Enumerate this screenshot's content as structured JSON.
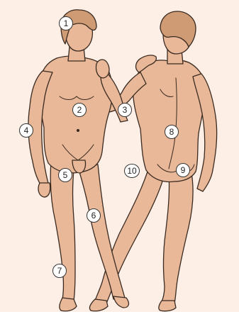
{
  "colors": {
    "background": "#fdeee6",
    "skin": "#e8b898",
    "hair": "#cf9b74",
    "outline": "#3a2a20",
    "marker_fill": "#ffffff"
  },
  "illustration": {
    "figures": [
      "front-view",
      "back-view"
    ]
  },
  "markers": [
    {
      "label": "1"
    },
    {
      "label": "2"
    },
    {
      "label": "3"
    },
    {
      "label": "4"
    },
    {
      "label": "5"
    },
    {
      "label": "6"
    },
    {
      "label": "7"
    },
    {
      "label": "8"
    },
    {
      "label": "9"
    },
    {
      "label": "10"
    }
  ]
}
